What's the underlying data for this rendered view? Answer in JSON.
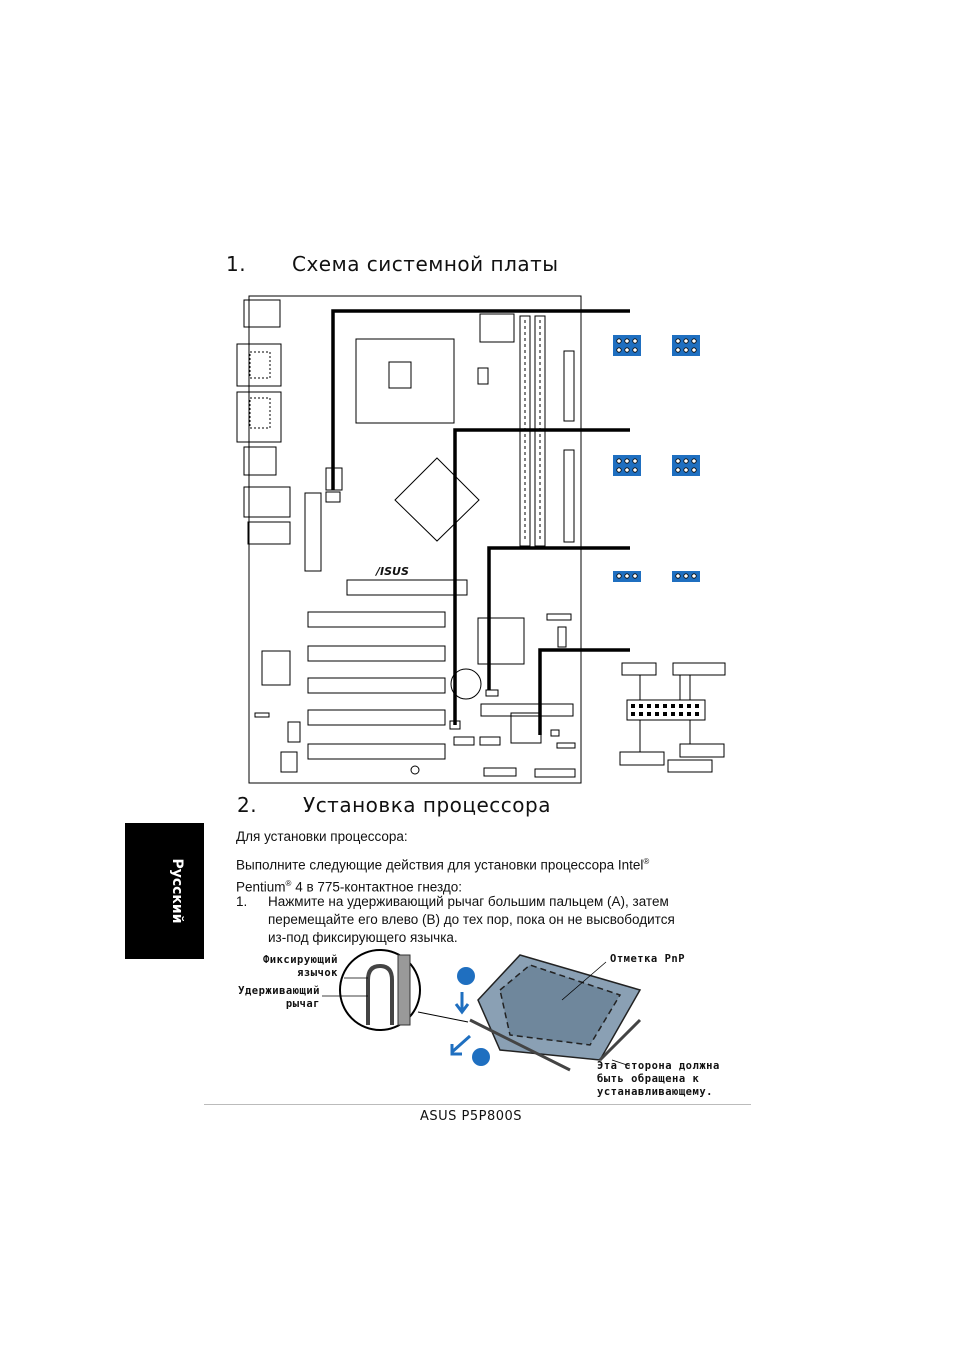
{
  "section1": {
    "number": "1.",
    "title": "Схема системной платы"
  },
  "section2": {
    "number": "2.",
    "title": "Установка процессора"
  },
  "side_tab": "Русский",
  "board": {
    "brand": "/ISUS"
  },
  "intro": "Для установки процессора:",
  "para1_a": "Выполните следующие действия для установки процессора Intel",
  "para1_b": "Pentium",
  "para1_c": " 4 в 775-контактное гнездо:",
  "reg": "®",
  "step1_num": "1.",
  "step1_l1": "Нажмите на удерживающий  рычаг большим пальцем (A), затем",
  "step1_l2": "перемещайте его влево (B) до тех пор, пока он не высвободится",
  "step1_l3": "из-под фиксирующего язычка.",
  "cpu_labels": {
    "tab_l1": "Фиксирующий",
    "tab_l2": "язычок",
    "lever_l1": "Удерживающий",
    "lever_l2": "рычаг",
    "pnp": "Отметка PnP",
    "side_l1": "Эта сторона должна",
    "side_l2": "быть обращена к",
    "side_l3": "устанавливающему."
  },
  "footer": "ASUS P5P800S",
  "colors": {
    "jumper_blue": "#1f6fc0",
    "tab_bg": "#000000"
  }
}
